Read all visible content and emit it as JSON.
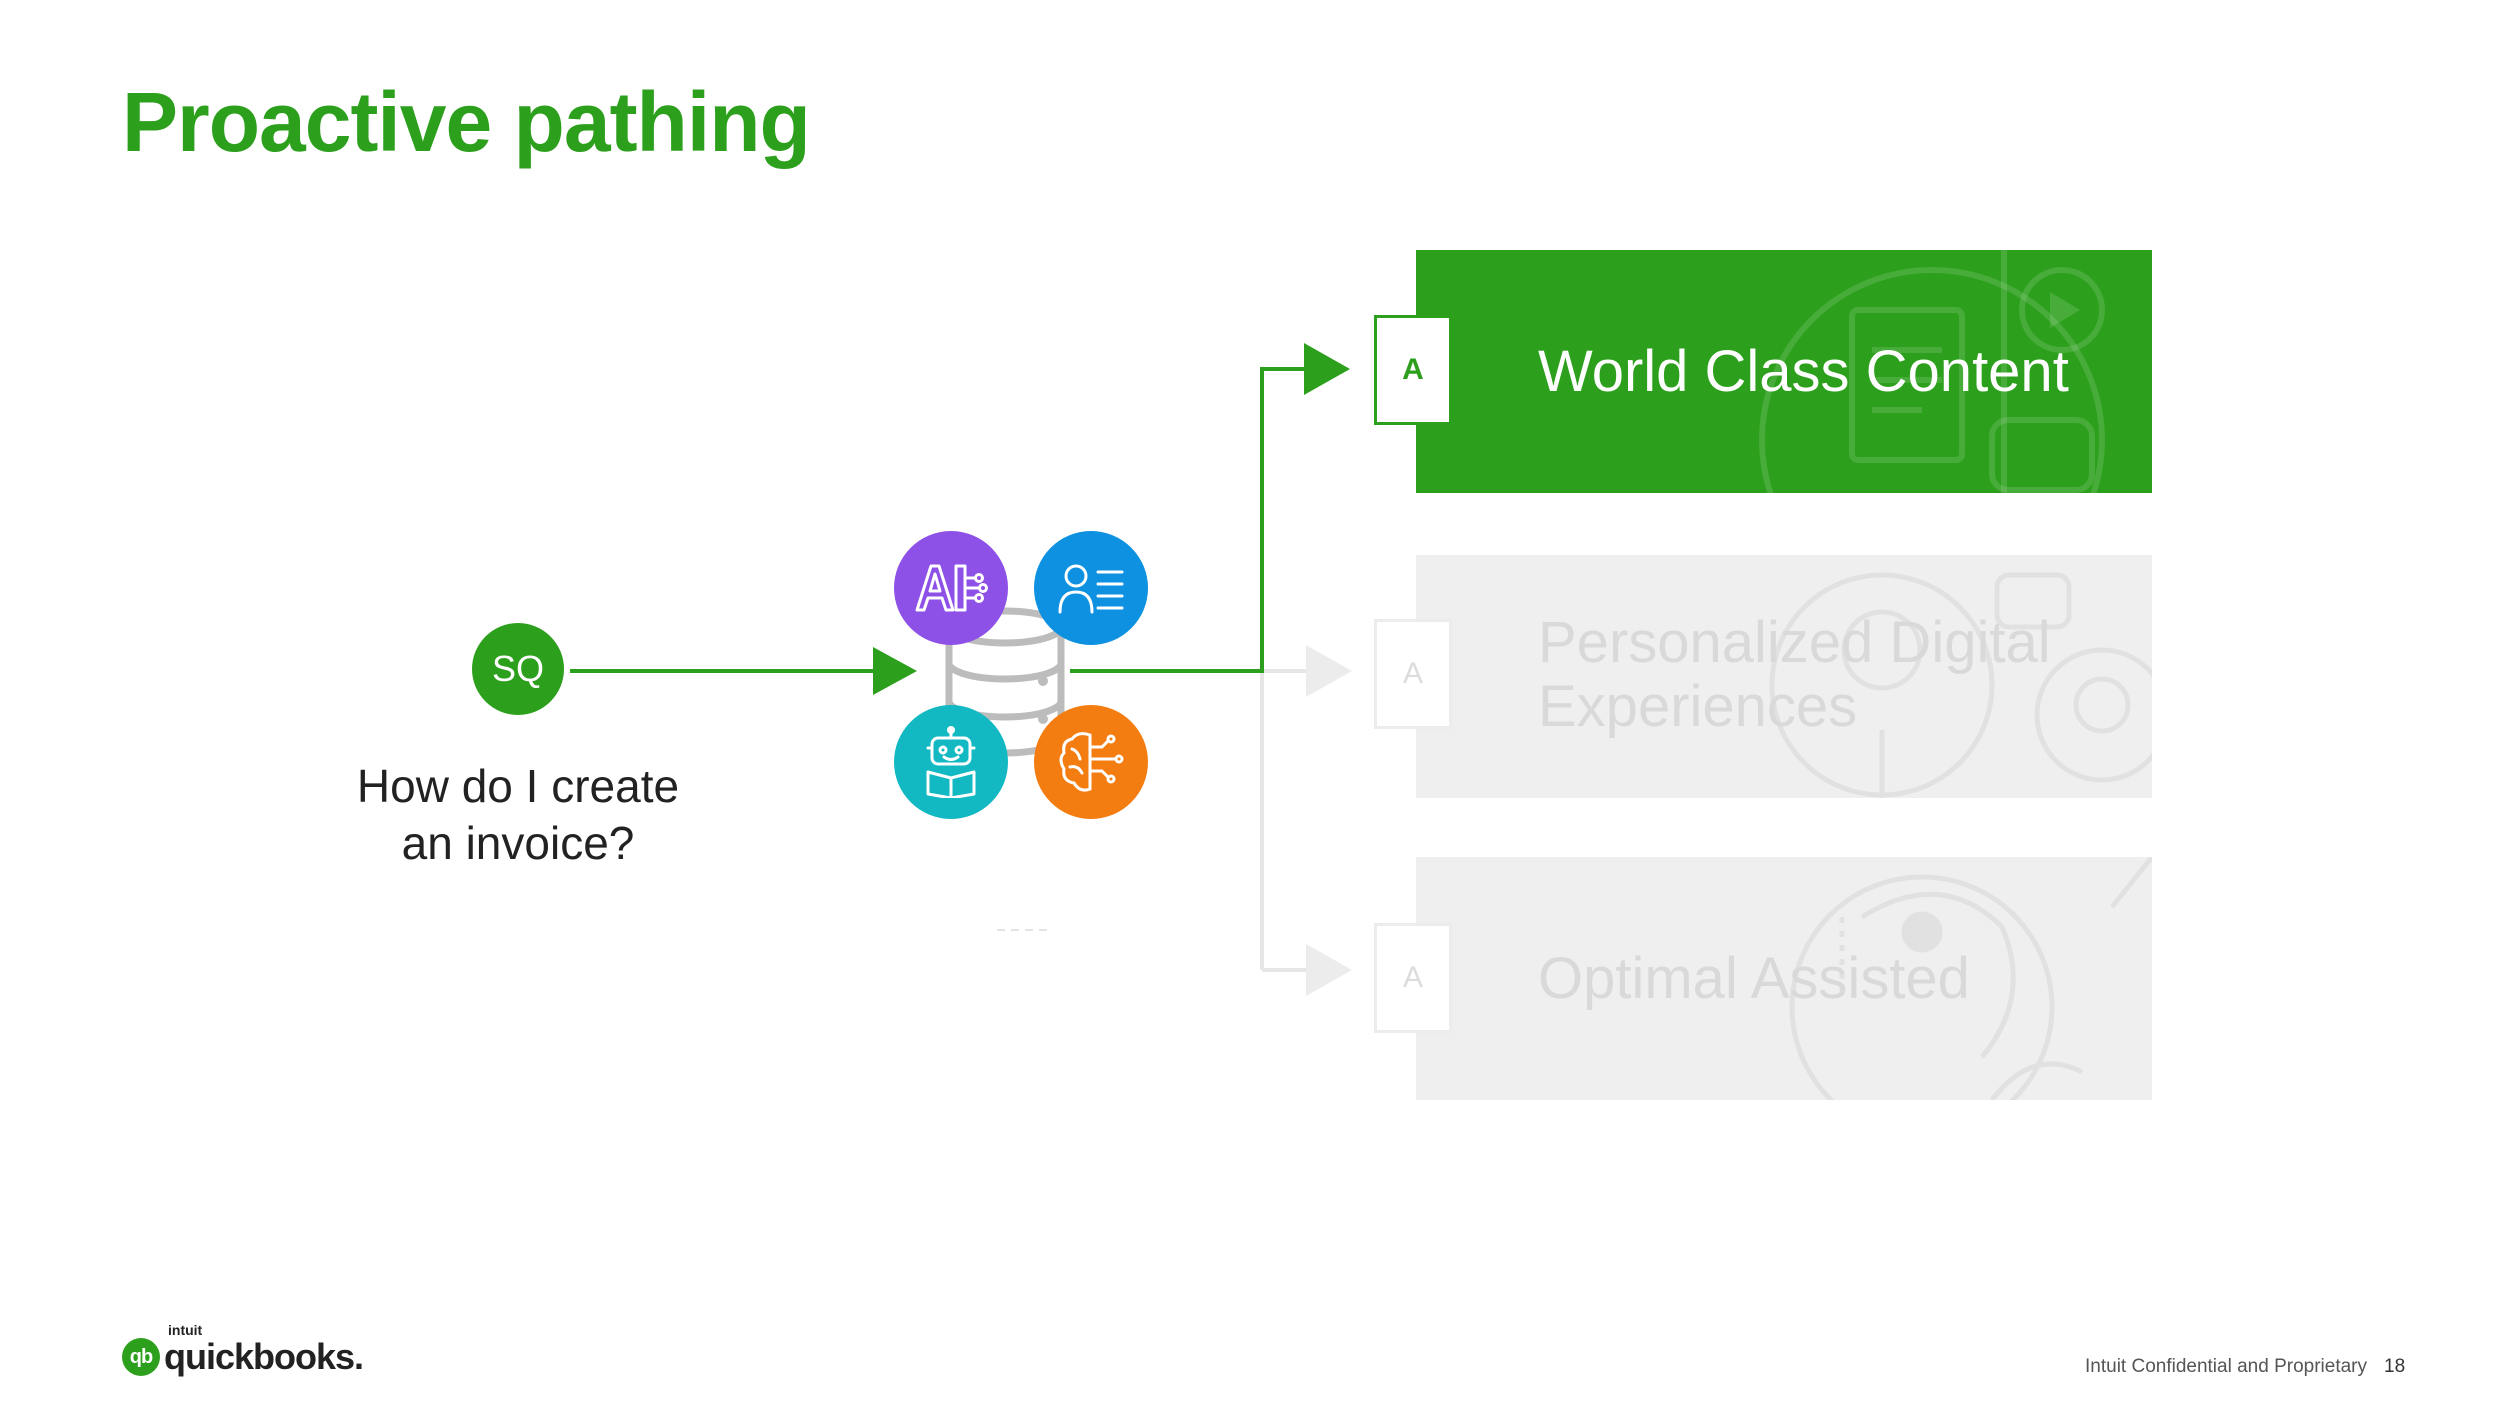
{
  "slide": {
    "title": "Proactive pathing"
  },
  "query": {
    "avatar_initials": "SQ",
    "question_line1": "How do I create",
    "question_line2": "an invoice?"
  },
  "hub_icons": [
    "ai-icon",
    "profile-list-icon",
    "robot-reader-icon",
    "brain-circuit-icon"
  ],
  "paths": [
    {
      "tag": "A",
      "label_line1": "World Class Content",
      "label_line2": "",
      "state": "active"
    },
    {
      "tag": "A",
      "label_line1": "Personalized Digital",
      "label_line2": "Experiences",
      "state": "inactive"
    },
    {
      "tag": "A",
      "label_line1": "Optimal Assisted",
      "label_line2": "",
      "state": "inactive"
    }
  ],
  "footer": {
    "brand_small": "intuit",
    "brand_name": "quickbooks.",
    "brand_mark": "qb",
    "confidential": "Intuit Confidential and Proprietary",
    "page_number": "18"
  },
  "colors": {
    "brand_green": "#2ca01c",
    "ai_purple": "#8e51e7",
    "doc_blue": "#0d91e0",
    "bot_teal": "#12b8c2",
    "brain_orange": "#f47d11",
    "inactive_gray": "#efefef"
  }
}
